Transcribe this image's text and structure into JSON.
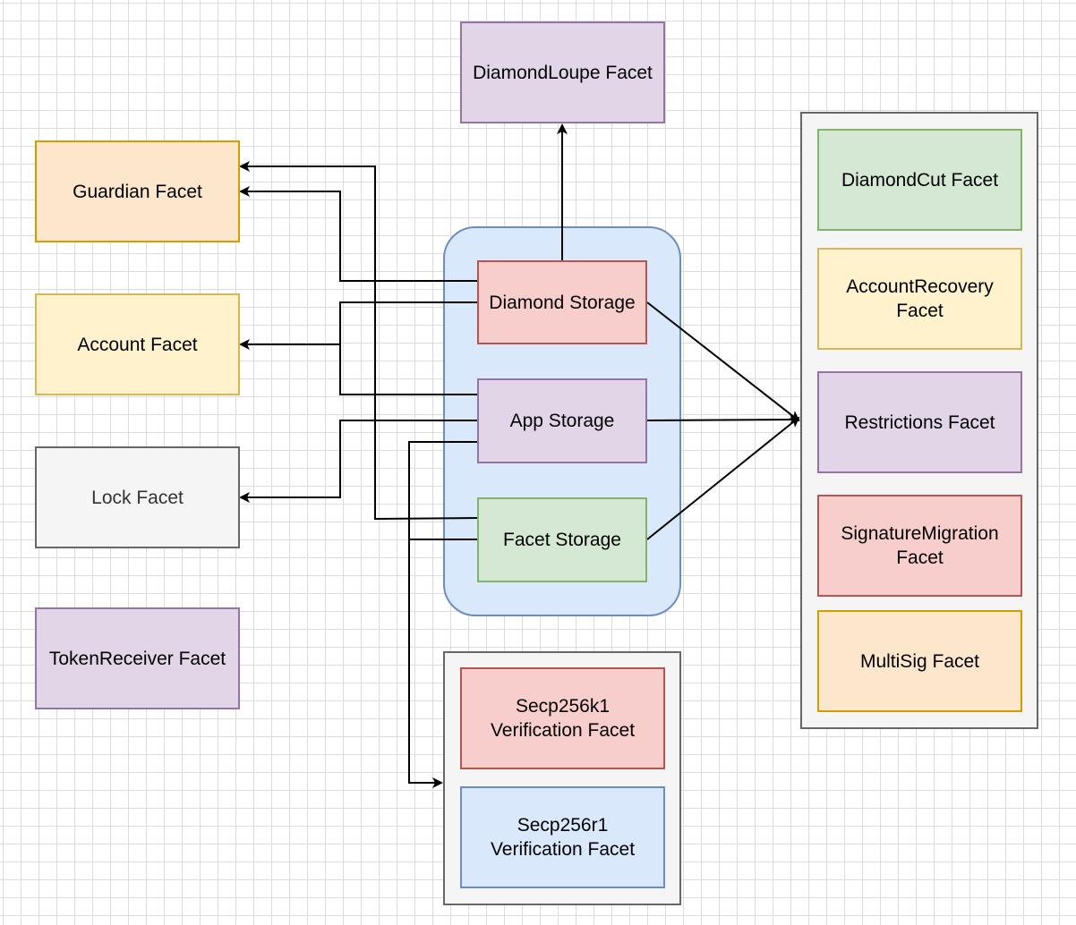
{
  "colors": {
    "purple_fill": "#e1d5e7",
    "purple_border": "#9673a6",
    "orange_fill": "#fce6cc",
    "orange_border": "#d79b00",
    "yellow_fill": "#fff2cc",
    "yellow_border": "#d6b656",
    "grey_fill": "#f5f5f5",
    "grey_border": "#666666",
    "red_fill": "#f8cecc",
    "red_border": "#b85450",
    "green_fill": "#d5e8d4",
    "green_border": "#82b366",
    "blue_fill": "#dae8fc",
    "blue_border": "#6c8ebf",
    "edge": "#000000"
  },
  "nodes": {
    "diamond_loupe": "DiamondLoupe Facet",
    "guardian": "Guardian Facet",
    "account": "Account Facet",
    "lock": "Lock Facet",
    "token_receiver": "TokenReceiver Facet",
    "diamond_storage": "Diamond Storage",
    "app_storage": "App Storage",
    "facet_storage": "Facet Storage",
    "secp256k1": "Secp256k1\nVerification Facet",
    "secp256r1": "Secp256r1\nVerification Facet",
    "diamond_cut": "DiamondCut Facet",
    "account_recovery": "AccountRecovery\nFacet",
    "restrictions": "Restrictions Facet",
    "signature_migration": "SignatureMigration\nFacet",
    "multisig": "MultiSig Facet"
  },
  "edges": [
    {
      "from": "diamond_storage",
      "to": "diamond_loupe"
    },
    {
      "from": "diamond_storage",
      "to": "guardian"
    },
    {
      "from": "diamond_storage",
      "to": "account"
    },
    {
      "from": "app_storage",
      "to": "account"
    },
    {
      "from": "app_storage",
      "to": "lock"
    },
    {
      "from": "facet_storage",
      "to": "guardian"
    },
    {
      "from": "facet_storage",
      "to": "verification_group"
    },
    {
      "from": "app_storage",
      "to": "verification_group"
    },
    {
      "from": "diamond_storage",
      "to": "right_group"
    },
    {
      "from": "app_storage",
      "to": "right_group"
    },
    {
      "from": "facet_storage",
      "to": "right_group"
    }
  ]
}
